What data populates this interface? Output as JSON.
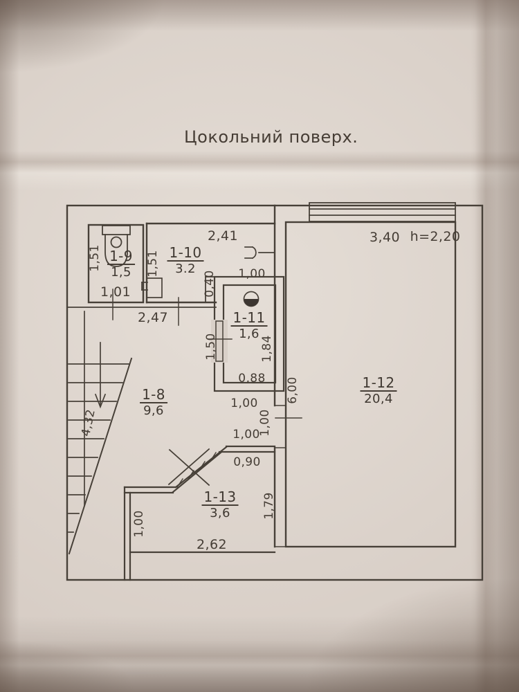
{
  "title": "Цокольний поверх.",
  "colors": {
    "paper": "#d9d0c8",
    "ink": "#474038"
  },
  "plan": {
    "rooms": {
      "r1_9": {
        "id": "1-9",
        "area": "1,5"
      },
      "r1_10": {
        "id": "1-10",
        "area": "3.2"
      },
      "r1_11": {
        "id": "1-11",
        "area": "1,6"
      },
      "r1_8": {
        "id": "1-8",
        "area": "9,6"
      },
      "r1_12": {
        "id": "1-12",
        "area": "20,4"
      },
      "r1_13": {
        "id": "1-13",
        "area": "3,6"
      }
    },
    "dims": {
      "room110_width_top": "2,41",
      "window_width": "3,40",
      "ceiling_height": "h=2,20",
      "room19_height": "1,51",
      "room19_door": "1,01",
      "room110_height": "1,51",
      "hall_width": "2,47",
      "wall_niche": "0,40",
      "door_110": "1,00",
      "room111_door_wall": "1,50",
      "room111_height": "1,84",
      "room111_width": "0,88",
      "room112_depth": "6,00",
      "vestibule_top": "1,00",
      "vestibule_side": "1,00",
      "vestibule_bottom": "1,00",
      "stairs_run": "4,32",
      "room113_top": "0,90",
      "room113_right": "1,79",
      "room113_left": "1,00",
      "room113_bottom": "2,62"
    }
  }
}
